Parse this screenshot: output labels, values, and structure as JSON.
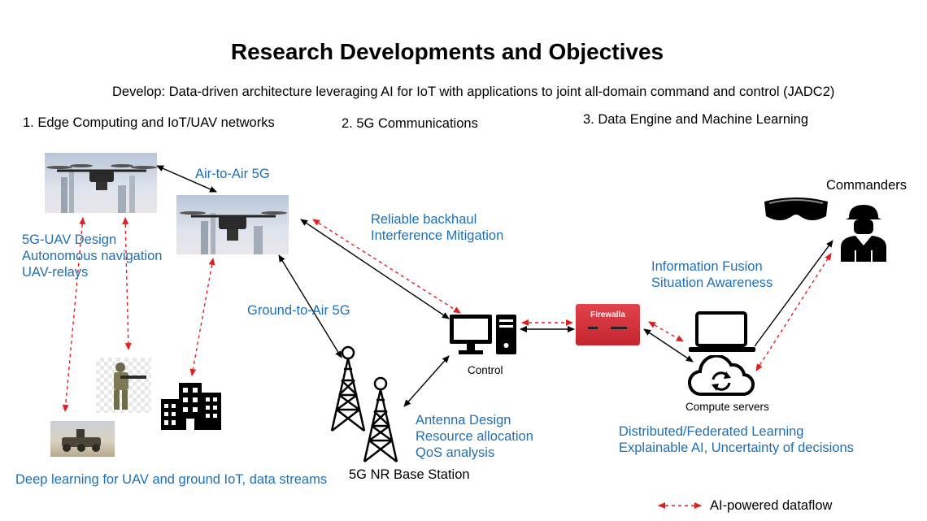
{
  "title": "Research Developments and Objectives",
  "subtitle": "Develop: Data-driven architecture leveraging AI for IoT with applications to joint all-domain command and control (JADC2)",
  "sections": {
    "edge": "1. Edge Computing and IoT/UAV networks",
    "comm": "2. 5G Communications",
    "data": "3. Data Engine and Machine Learning"
  },
  "labels": {
    "air_to_air": "Air-to-Air 5G",
    "ground_to_air": "Ground-to-Air 5G",
    "uav_design": [
      "5G-UAV Design",
      "Autonomous navigation",
      "UAV-relays"
    ],
    "backhaul": [
      "Reliable backhaul",
      "Interference Mitigation"
    ],
    "fusion": [
      "Information Fusion",
      "Situation Awareness"
    ],
    "antenna": [
      "Antenna Design",
      "Resource allocation",
      "QoS analysis"
    ],
    "learning": [
      "Distributed/Federated Learning",
      "Explainable AI, Uncertainty of decisions"
    ],
    "deep_learning": "Deep learning for UAV and ground IoT, data streams",
    "control": "Control",
    "base_station": "5G NR Base Station",
    "compute": "Compute servers",
    "commanders": "Commanders",
    "firewalla": "Firewalla"
  },
  "legend": {
    "ai_dataflow": "AI-powered dataflow"
  },
  "colors": {
    "blue_text": "#1f6fb5",
    "ai_arrow": "#e02020",
    "firewall_red": "#d9303a"
  }
}
